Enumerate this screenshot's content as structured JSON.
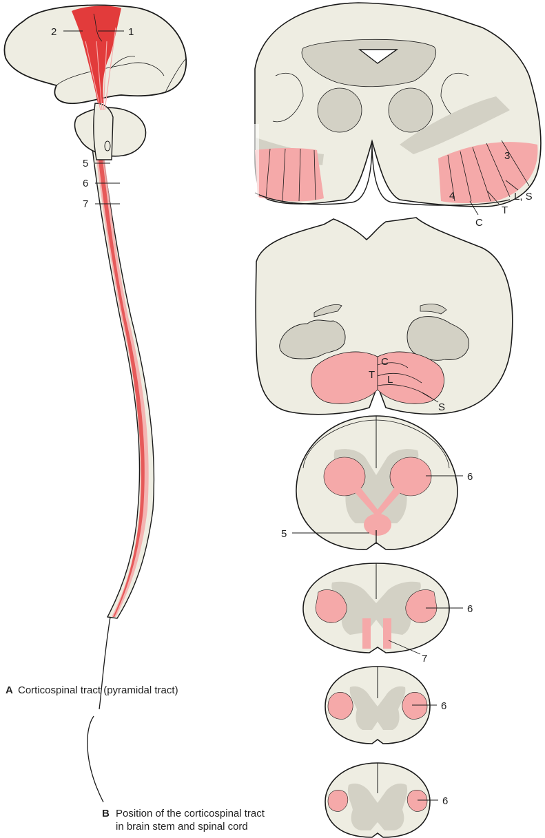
{
  "colors": {
    "tissue": "#eeede2",
    "gray_matter": "#d3d1c5",
    "tract_red": "#e23b3b",
    "tract_pink": "#f5a9a9",
    "outline": "#1a1a1a"
  },
  "panel_a": {
    "caption_letter": "A",
    "caption_text": "Corticospinal tract (pyramidal tract)",
    "labels": {
      "l1": "1",
      "l2": "2",
      "l5": "5",
      "l6": "6",
      "l7": "7"
    }
  },
  "panel_b": {
    "caption_letter": "B",
    "caption_line1": "Position of the corticospinal tract",
    "caption_line2": "in brain stem and spinal cord",
    "pons_labels": {
      "l3": "3",
      "l4": "4",
      "lc": "C",
      "lt": "T",
      "lls": "L, S"
    },
    "medulla_labels": {
      "lc": "C",
      "lt": "T",
      "ll": "L",
      "ls": "S"
    },
    "cervical_labels": {
      "l6": "6",
      "l5": "5"
    },
    "thoracic_labels": {
      "l6": "6",
      "l7": "7"
    },
    "lumbar_labels": {
      "l6": "6"
    },
    "sacral_labels": {
      "l6": "6"
    }
  }
}
